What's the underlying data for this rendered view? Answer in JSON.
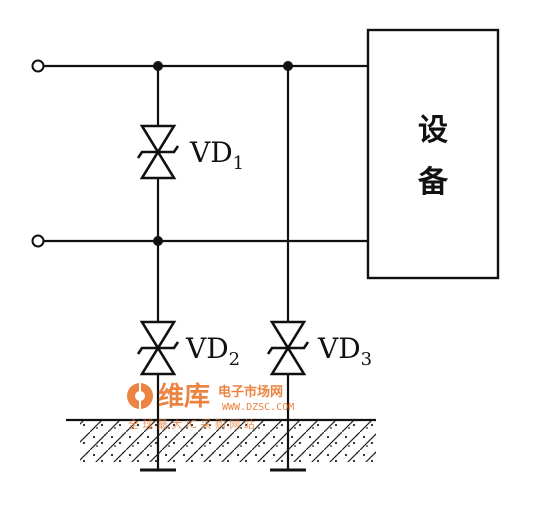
{
  "labels": {
    "vd1": {
      "main": "VD",
      "sub": "1"
    },
    "vd2": {
      "main": "VD",
      "sub": "2"
    },
    "vd3": {
      "main": "VD",
      "sub": "3"
    }
  },
  "device": {
    "line1": "设",
    "line2": "备"
  },
  "watermark": {
    "brand": "维库",
    "brand_sub": "电子市场网",
    "url": "WWW.DZSC.COM",
    "line": "全 球 最 大 IC 采 购 网 站"
  },
  "colors": {
    "ink": "#111111",
    "watermark": "#e9772f",
    "background": "#ffffff"
  }
}
